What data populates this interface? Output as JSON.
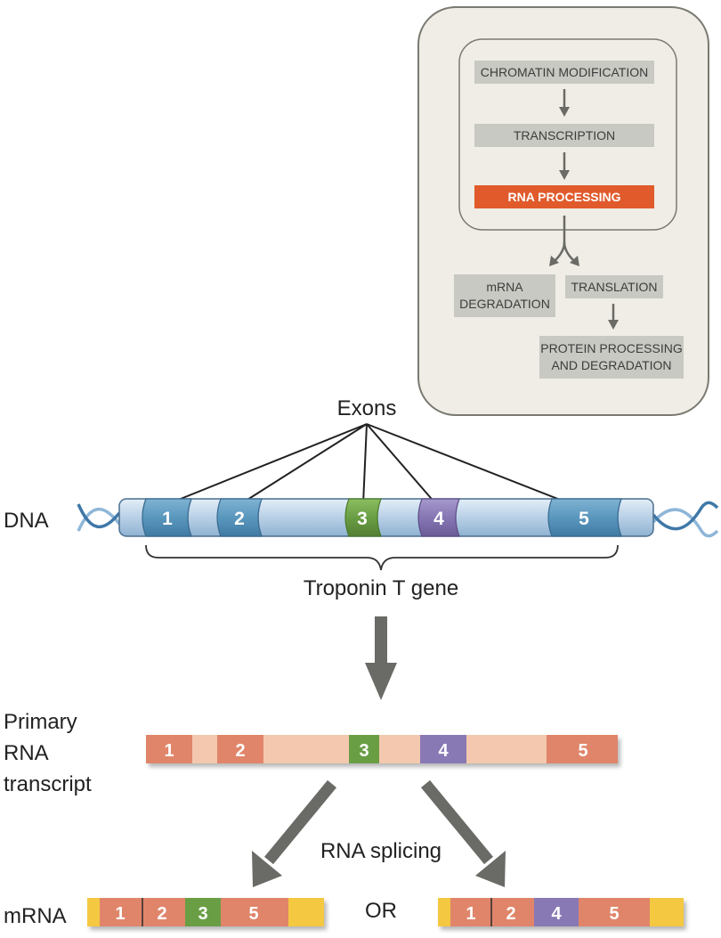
{
  "pathway": {
    "chromatin": "CHROMATIN MODIFICATION",
    "transcription": "TRANSCRIPTION",
    "rna_processing": "RNA PROCESSING",
    "mrna_degradation_1": "mRNA",
    "mrna_degradation_2": "DEGRADATION",
    "translation": "TRANSLATION",
    "protein_processing_1": "PROTEIN PROCESSING",
    "protein_processing_2": "AND DEGRADATION"
  },
  "labels": {
    "exons": "Exons",
    "dna": "DNA",
    "gene": "Troponin T gene",
    "primary_1": "Primary",
    "primary_2": "RNA",
    "primary_3": "transcript",
    "rna_splicing": "RNA splicing",
    "mrna": "mRNA",
    "or": "OR"
  },
  "dna_exons": [
    "1",
    "2",
    "3",
    "4",
    "5"
  ],
  "transcript_exons": [
    "1",
    "2",
    "3",
    "4",
    "5"
  ],
  "mrna_left": [
    "1",
    "2",
    "3",
    "5"
  ],
  "mrna_right": [
    "1",
    "2",
    "4",
    "5"
  ],
  "colors": {
    "panel_bg": "#efede5",
    "highlight": "#e05a2b",
    "gray_box": "#c9c9c3",
    "dna_tube": "#b8d0e6",
    "dna_exon_blue": "#5b9bc0",
    "exon_green": "#6b9e44",
    "exon_purple": "#8879b5",
    "rna_bg": "#f3c8ae",
    "rna_exon": "#e0856a",
    "cap_yellow": "#f5c842",
    "arrow_gray": "#6a6a66"
  }
}
